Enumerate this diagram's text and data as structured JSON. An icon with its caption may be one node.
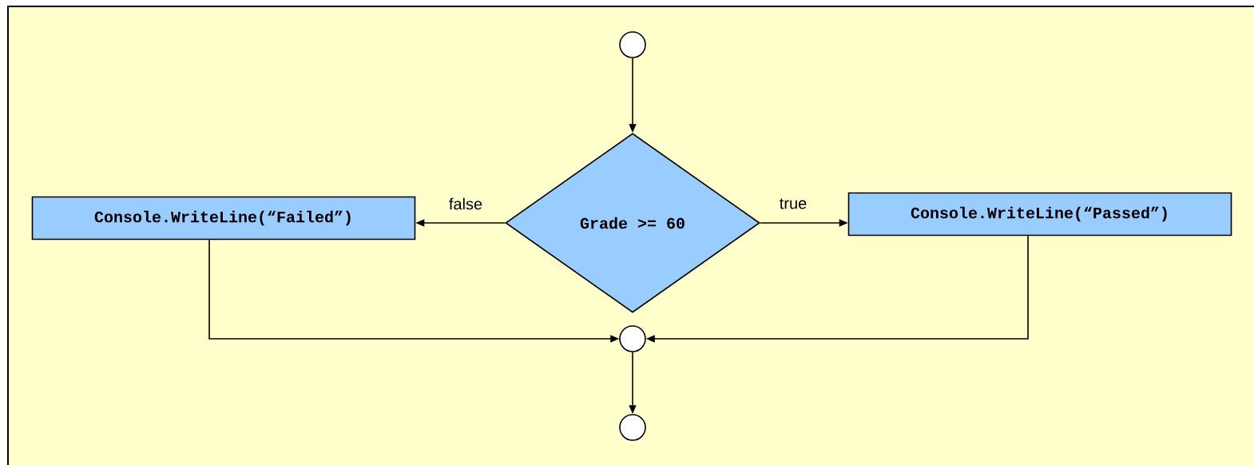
{
  "diagram": {
    "nodes": [
      {
        "text": [],
        "shape": "circle"
      },
      {
        "text": [
          "Grade >= 60"
        ]
      },
      {
        "text": [
          "Console.WriteLine(“Failed”)"
        ]
      },
      {
        "text": [
          "Console.WriteLine(“Passed”)"
        ]
      },
      {
        "text": [],
        "shape": "circle"
      },
      {
        "text": [],
        "shape": "circle"
      }
    ],
    "edges": [
      {
        "from": 0,
        "to": 1,
        "arrow": "to"
      },
      {
        "from": 1,
        "to": 2,
        "arrow": "to",
        "label": "false"
      },
      {
        "from": 1,
        "to": 3,
        "arrow": "to",
        "label": "true"
      },
      {
        "from": 2,
        "to": 4,
        "arrow": "to"
      },
      {
        "from": 3,
        "to": 4,
        "arrow": "to"
      },
      {
        "from": 4,
        "to": 5,
        "arrow": "to"
      }
    ]
  }
}
